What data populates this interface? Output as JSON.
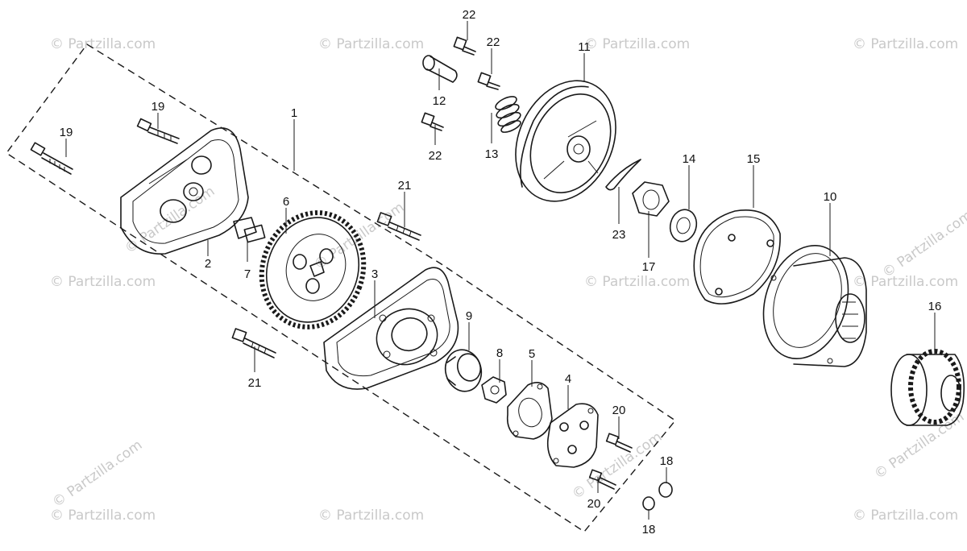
{
  "watermark": "© Partzilla.com",
  "callouts": [
    {
      "id": "1",
      "text": "1"
    },
    {
      "id": "2",
      "text": "2"
    },
    {
      "id": "3",
      "text": "3"
    },
    {
      "id": "4",
      "text": "4"
    },
    {
      "id": "5",
      "text": "5"
    },
    {
      "id": "6",
      "text": "6"
    },
    {
      "id": "7",
      "text": "7"
    },
    {
      "id": "8",
      "text": "8"
    },
    {
      "id": "9",
      "text": "9"
    },
    {
      "id": "10",
      "text": "10"
    },
    {
      "id": "11",
      "text": "11"
    },
    {
      "id": "12",
      "text": "12"
    },
    {
      "id": "13",
      "text": "13"
    },
    {
      "id": "14",
      "text": "14"
    },
    {
      "id": "15",
      "text": "15"
    },
    {
      "id": "16",
      "text": "16"
    },
    {
      "id": "17",
      "text": "17"
    },
    {
      "id": "18a",
      "text": "18"
    },
    {
      "id": "18b",
      "text": "18"
    },
    {
      "id": "19a",
      "text": "19"
    },
    {
      "id": "19b",
      "text": "19"
    },
    {
      "id": "20a",
      "text": "20"
    },
    {
      "id": "20b",
      "text": "20"
    },
    {
      "id": "21a",
      "text": "21"
    },
    {
      "id": "21b",
      "text": "21"
    },
    {
      "id": "22a",
      "text": "22"
    },
    {
      "id": "22b",
      "text": "22"
    },
    {
      "id": "22c",
      "text": "22"
    },
    {
      "id": "23",
      "text": "23"
    }
  ]
}
